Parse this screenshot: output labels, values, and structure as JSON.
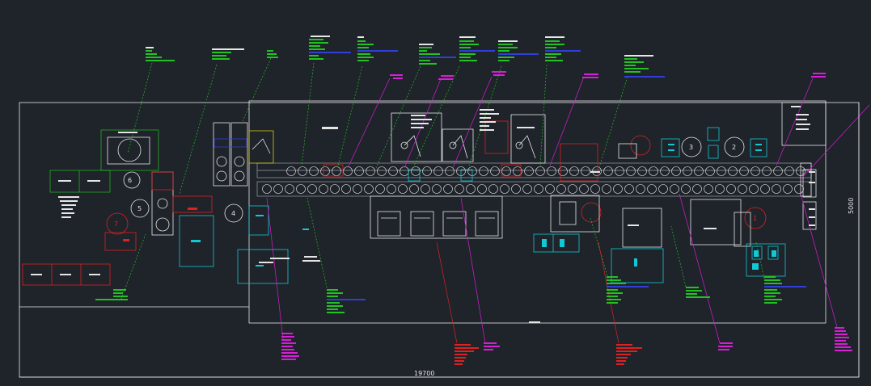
{
  "drawing": {
    "width_dimension": "19700",
    "height_dimension": "5000",
    "machine_numbers": [
      "1",
      "2",
      "3",
      "4",
      "5",
      "6",
      "7"
    ],
    "colors": {
      "background": "#1f232a",
      "linework": "#e6e6e6",
      "conveyor": "#9aa0a6",
      "accent_red": "#dd2222",
      "accent_cyan": "#12c8d4",
      "accent_blue": "#2f3fd8",
      "leader_green": "#23c223",
      "leader_magenta": "#d61fd6",
      "outline_yellow": "#d8c810"
    }
  }
}
